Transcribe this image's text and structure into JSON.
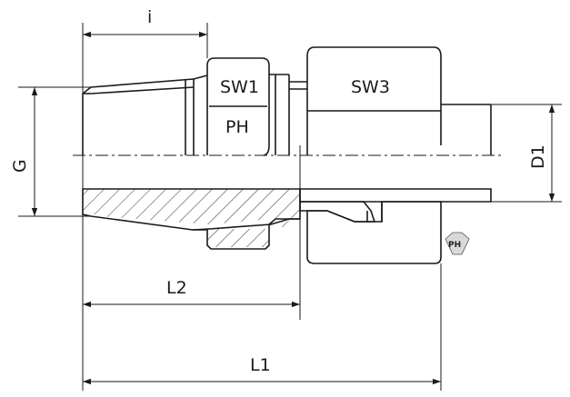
{
  "labels": {
    "i": "i",
    "g": "G",
    "sw1": "SW1",
    "ph": "PH",
    "sw3": "SW3",
    "d1": "D1",
    "l2": "L2",
    "l1": "L1"
  },
  "logo": {
    "text": "PH",
    "icon": "hexagon-logo-icon"
  },
  "colors": {
    "line": "#1a1a1a",
    "logo_fill": "#d9d9d9"
  }
}
